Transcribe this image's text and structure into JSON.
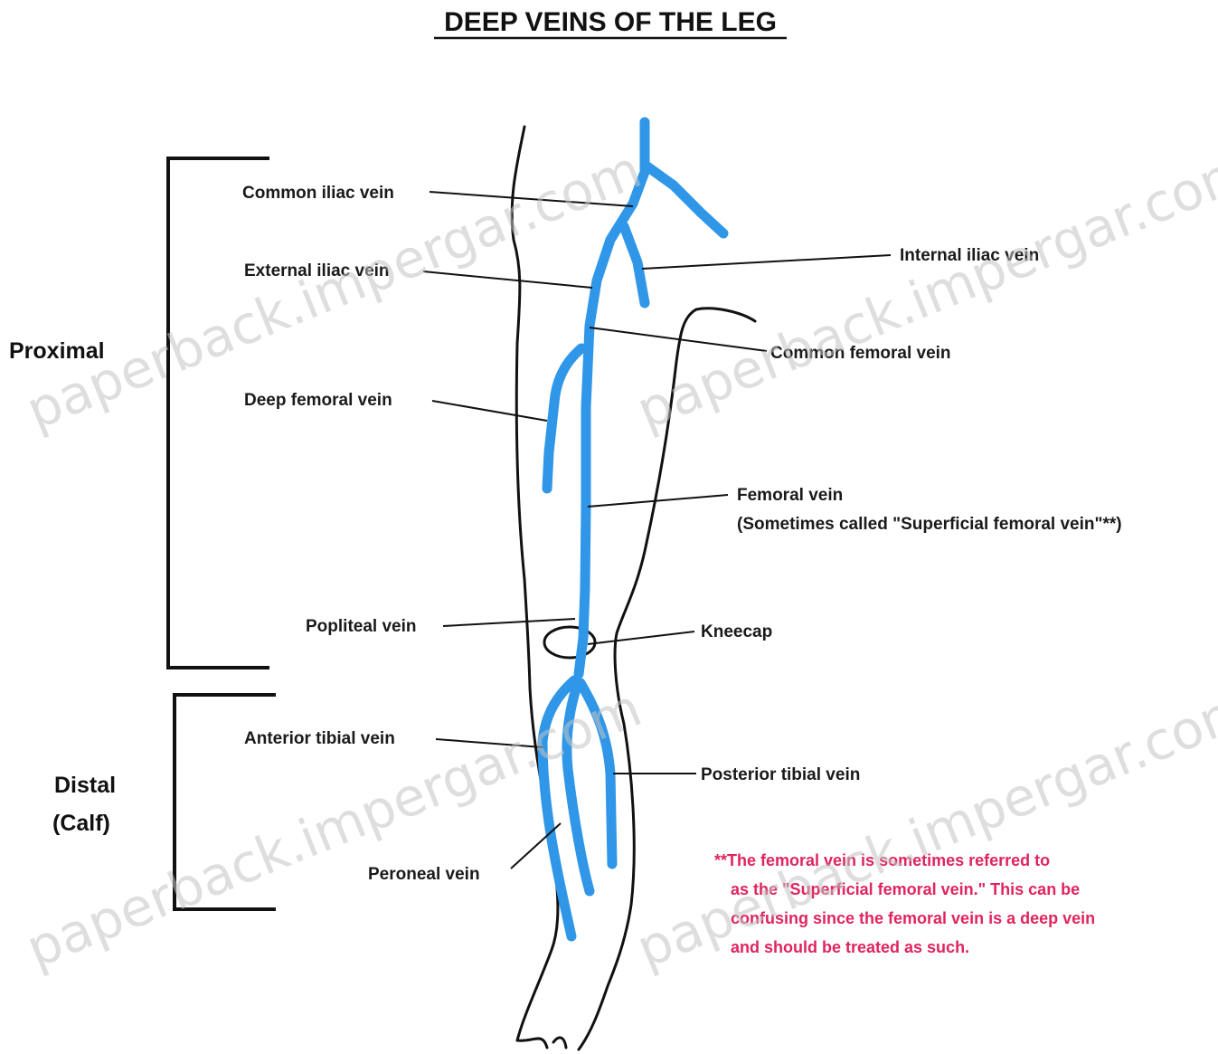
{
  "title": "DEEP VEINS OF THE LEG",
  "regions": {
    "proximal": "Proximal",
    "distal_line1": "Distal",
    "distal_line2": "(Calf)"
  },
  "labels": {
    "common_iliac": "Common iliac vein",
    "internal_iliac": "Internal iliac vein",
    "external_iliac": "External iliac vein",
    "common_femoral": "Common femoral vein",
    "deep_femoral": "Deep femoral vein",
    "femoral": "Femoral vein",
    "femoral_note": "(Sometimes called \"Superficial femoral vein\"**)",
    "popliteal": "Popliteal vein",
    "kneecap": "Kneecap",
    "anterior_tibial": "Anterior tibial vein",
    "posterior_tibial": "Posterior tibial vein",
    "peroneal": "Peroneal vein"
  },
  "footnote": {
    "line1": "**The femoral vein is sometimes referred to",
    "line2": "as the \"Superficial femoral vein.\" This can be",
    "line3": "confusing since the femoral vein is a deep vein",
    "line4": "and should be treated as such."
  },
  "watermark": "paperback.impergar.com",
  "colors": {
    "vein": "#2f96e8",
    "outline": "#111111",
    "footnote": "#e0245e",
    "watermark": "#c4c4c4"
  }
}
